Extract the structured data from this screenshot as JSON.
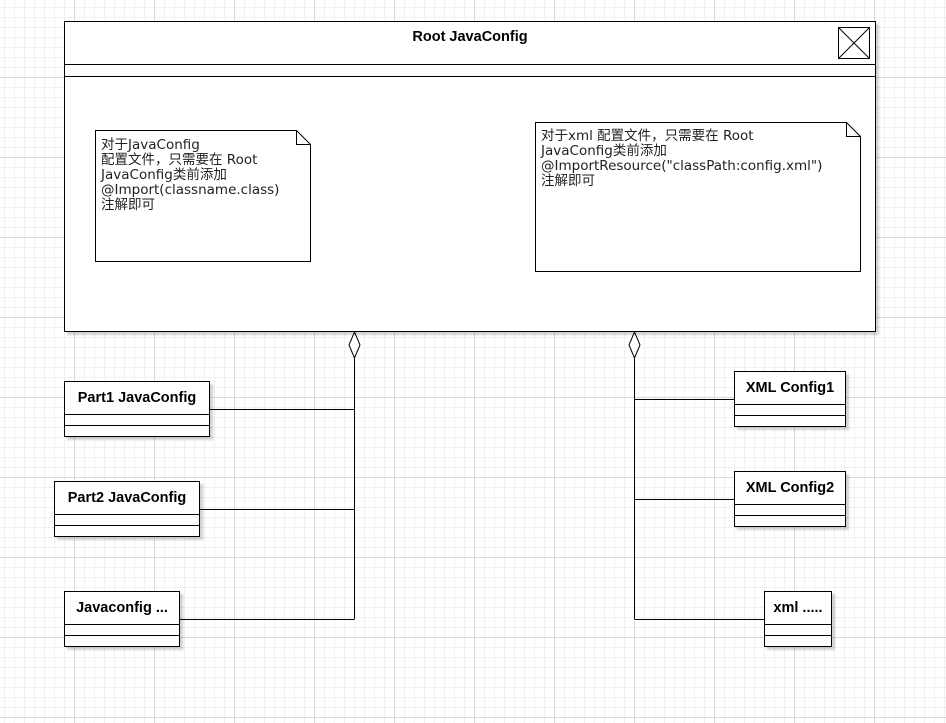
{
  "root": {
    "title": "Root JavaConfig",
    "note_left": "对于JavaConfig\n配置文件，只需要在 Root\nJavaConfig类前添加\n@Import(classname.class)\n注解即可",
    "note_right": "对于xml 配置文件，只需要在 Root\nJavaConfig类前添加\n@ImportResource(\"classPath:config.xml\")\n注解即可"
  },
  "left_classes": [
    {
      "title": "Part1 JavaConfig"
    },
    {
      "title": "Part2 JavaConfig"
    },
    {
      "title": "Javaconfig ..."
    }
  ],
  "right_classes": [
    {
      "title": "XML Config1"
    },
    {
      "title": "XML Config2"
    },
    {
      "title": "xml ....."
    }
  ],
  "icons": {
    "root_corner": "close-box-icon",
    "aggregation": "diamond-aggregation-icon"
  }
}
